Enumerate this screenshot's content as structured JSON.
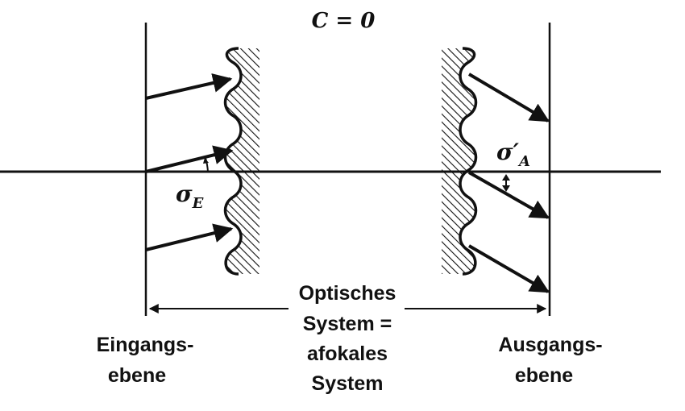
{
  "title": "C = 0",
  "labels": {
    "sigma_e": "σ",
    "sigma_e_sub": "E",
    "sigma_a": "σ′",
    "sigma_a_sub": "A",
    "system": [
      "Optisches",
      "System =",
      "afokales",
      "System"
    ],
    "input_plane": [
      "Eingangs-",
      "ebene"
    ],
    "output_plane": [
      "Ausgangs-",
      "ebene"
    ]
  },
  "colors": {
    "ink": "#111111",
    "background": "#ffffff"
  }
}
